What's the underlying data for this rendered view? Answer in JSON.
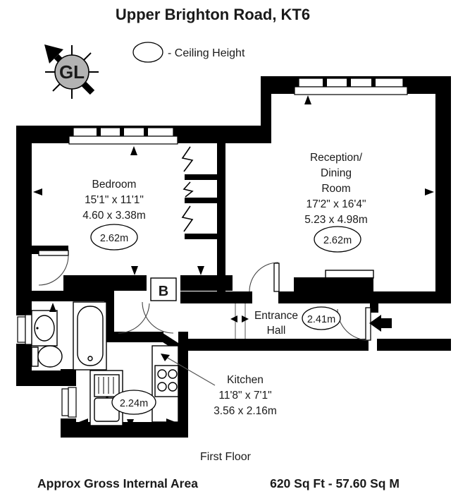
{
  "title": "Upper Brighton Road, KT6",
  "legend": {
    "ceiling_height_label": "- Ceiling Height",
    "compass_monogram": "GL"
  },
  "rooms": {
    "bedroom": {
      "name": "Bedroom",
      "dims_imperial": "15'1\" x 11'1\"",
      "dims_metric": "4.60 x 3.38m",
      "ceiling_height": "2.62m"
    },
    "reception": {
      "name_lines": [
        "Reception/",
        "Dining",
        "Room"
      ],
      "dims_imperial": "17'2\" x 16'4\"",
      "dims_metric": "5.23 x 4.98m",
      "ceiling_height": "2.62m"
    },
    "entrance_hall": {
      "name_lines": [
        "Entrance",
        "Hall"
      ],
      "ceiling_height": "2.41m"
    },
    "kitchen": {
      "name": "Kitchen",
      "dims_imperial": "11'8\" x 7'1\"",
      "dims_metric": "3.56 x 2.16m",
      "ceiling_height": "2.24m"
    }
  },
  "boiler_label": "B",
  "footer": {
    "floor_label": "First Floor",
    "area_label": "Approx Gross Internal Area",
    "area_value": "620 Sq Ft  -  57.60 Sq M"
  },
  "colors": {
    "boiler_text": "#2b4a9b",
    "compass_fill": "#b3b3b3",
    "wall": "#000000"
  }
}
